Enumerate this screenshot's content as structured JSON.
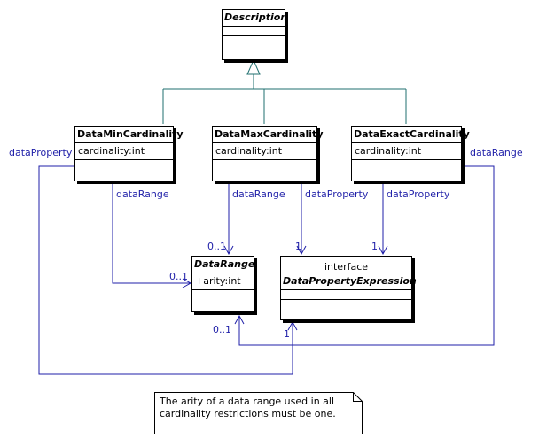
{
  "classes": {
    "description": {
      "name": "Description"
    },
    "min": {
      "name": "DataMinCardinality",
      "attr": "cardinality:int"
    },
    "max": {
      "name": "DataMaxCardinality",
      "attr": "cardinality:int"
    },
    "exact": {
      "name": "DataExactCardinality",
      "attr": "cardinality:int"
    },
    "datarange": {
      "name": "DataRange",
      "attr": "+arity:int"
    },
    "dpe": {
      "stereotype": "interface",
      "name": "DataPropertyExpression"
    }
  },
  "labels": {
    "min_dataproperty": "dataProperty",
    "min_datarange": "dataRange",
    "max_datarange": "dataRange",
    "max_dataproperty": "dataProperty",
    "exact_dataproperty": "dataProperty",
    "exact_datarange": "dataRange",
    "mult_dr_max": "0..1",
    "mult_dr_min": "0..1",
    "mult_dr_exact": "0..1",
    "mult_dpe_max": "1",
    "mult_dpe_exact": "1",
    "mult_dpe_min": "1"
  },
  "note": {
    "text": "The arity of a data range used in all cardinality restrictions must be one."
  },
  "colors": {
    "generalization": "#1f6f6f",
    "association": "#1f1fa8",
    "outline": "#000000"
  }
}
